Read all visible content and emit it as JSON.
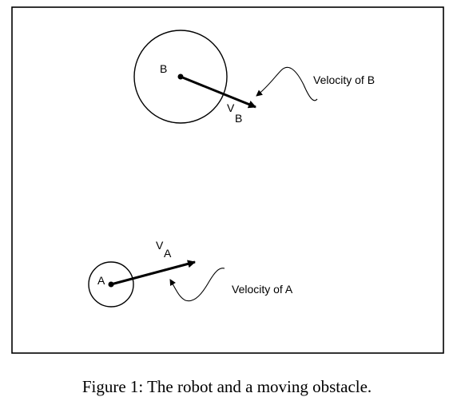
{
  "figure": {
    "obstacle_label": "B",
    "obstacle_velocity_symbol": "V",
    "obstacle_velocity_subscript": "B",
    "obstacle_velocity_annotation": "Velocity of B",
    "robot_label": "A",
    "robot_velocity_symbol": "V",
    "robot_velocity_subscript": "A",
    "robot_velocity_annotation": "Velocity of A",
    "caption": "Figure 1: The robot and a moving obstacle.",
    "colors": {
      "stroke": "#000000",
      "background": "#ffffff"
    }
  }
}
